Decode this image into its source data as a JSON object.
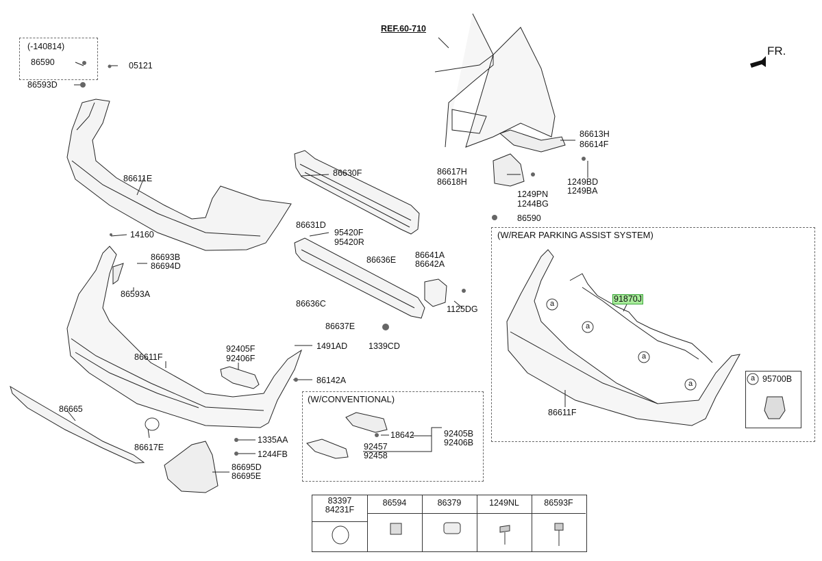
{
  "labels": {
    "date_code": "(-140814)",
    "p86590_top": "86590",
    "p05121": "05121",
    "p86593D": "86593D",
    "p86611E": "86611E",
    "ref": "REF.60-710",
    "fr": "FR.",
    "p86613H": "86613H",
    "p86614F": "86614F",
    "p86617H": "86617H",
    "p86618H": "86618H",
    "p1249PN": "1249PN",
    "p1244BG": "1244BG",
    "p1249BD": "1249BD",
    "p1249BA": "1249BA",
    "p86590_right": "86590",
    "p86630F": "86630F",
    "p86631D": "86631D",
    "p95420F": "95420F",
    "p95420R": "95420R",
    "p86636E": "86636E",
    "p86641A": "86641A",
    "p86642A": "86642A",
    "p86636C": "86636C",
    "p86637E": "86637E",
    "p1125DG": "1125DG",
    "p1339CD": "1339CD",
    "p14160": "14160",
    "p86693B": "86693B",
    "p86694D": "86694D",
    "p86593A": "86593A",
    "p86611F_left": "86611F",
    "p92405F": "92405F",
    "p92406F": "92406F",
    "p1491AD": "1491AD",
    "p86142A": "86142A",
    "p86665": "86665",
    "p86617E": "86617E",
    "p1335AA": "1335AA",
    "p1244FB": "1244FB",
    "p86695D": "86695D",
    "p86695E": "86695E",
    "p18642": "18642",
    "p92405B": "92405B",
    "p92406B": "92406B",
    "p92457": "92457",
    "p92458": "92458",
    "p91870J": "91870J",
    "p86611F_right": "86611F",
    "p95700B": "95700B",
    "circle_a": "a"
  },
  "boxes": {
    "parking_title": "(W/REAR PARKING ASSIST SYSTEM)",
    "conventional_title": "(W/CONVENTIONAL)"
  },
  "table": {
    "headers": [
      "83397",
      "84231F",
      "86594",
      "86379",
      "1249NL",
      "86593F"
    ]
  }
}
